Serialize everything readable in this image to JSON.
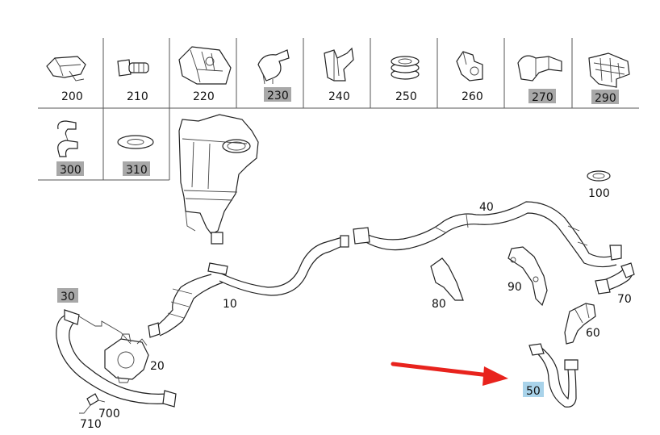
{
  "catalog_labels": {
    "p200": "200",
    "p210": "210",
    "p220": "220",
    "p230": "230",
    "p240": "240",
    "p250": "250",
    "p260": "260",
    "p270": "270",
    "p290": "290",
    "p300": "300",
    "p310": "310"
  },
  "labels": {
    "p10": "10",
    "p20": "20",
    "p30": "30",
    "p40": "40",
    "p50": "50",
    "p60": "60",
    "p70": "70",
    "p80": "80",
    "p90": "90",
    "p100": "100",
    "p700": "700",
    "p710": "710"
  },
  "highlighted": [
    "230",
    "270",
    "290",
    "300",
    "310",
    "30"
  ],
  "selected": "50",
  "colors": {
    "highlight": "#a8a8a8",
    "selected": "#a9d3ea",
    "arrow": "#e8231d",
    "ink": "#222222"
  }
}
